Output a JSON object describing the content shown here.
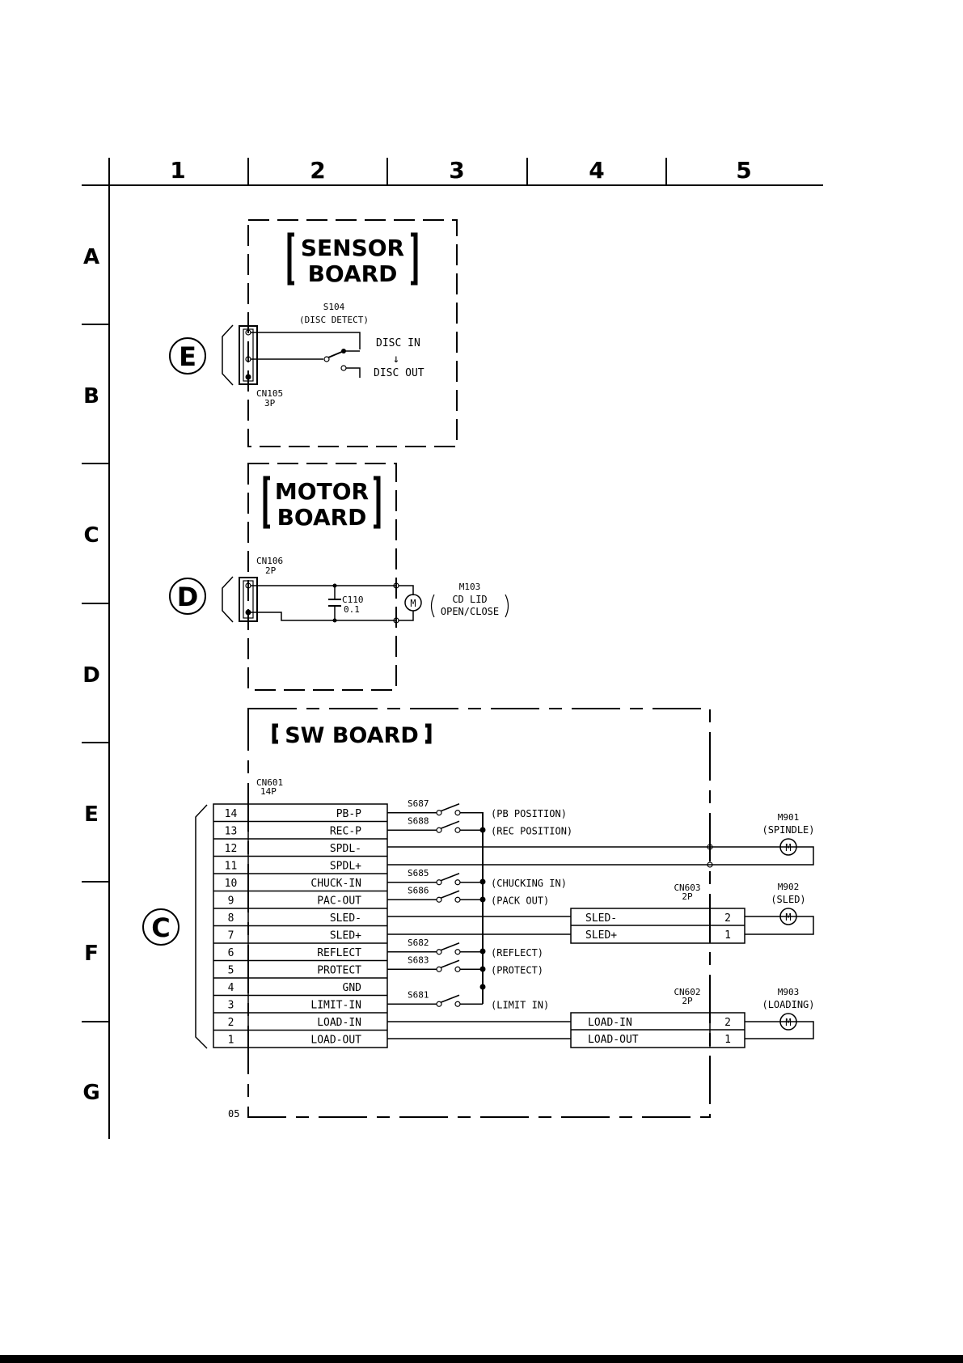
{
  "grid": {
    "columns": [
      "1",
      "2",
      "3",
      "4",
      "5"
    ],
    "rows": [
      "A",
      "B",
      "C",
      "D",
      "E",
      "F",
      "G"
    ]
  },
  "sensor_board": {
    "title_line1": "SENSOR",
    "title_line2": "BOARD",
    "switch_ref": "S104",
    "switch_name": "(DISC DETECT)",
    "disc_in": "DISC IN",
    "arrow": "↓",
    "disc_out": "DISC OUT",
    "connector_ref": "CN105",
    "connector_pins": "3P",
    "marker": "E"
  },
  "motor_board": {
    "title_line1": "MOTOR",
    "title_line2": "BOARD",
    "connector_ref": "CN106",
    "connector_pins": "2P",
    "capacitor_ref": "C110",
    "capacitor_value": "0.1",
    "motor_ref": "M103",
    "motor_name_line1": "CD LID",
    "motor_name_line2": "OPEN/CLOSE",
    "motor_symbol": "M",
    "marker": "D"
  },
  "sw_board": {
    "title": "SW BOARD",
    "connector_ref": "CN601",
    "connector_pins": "14P",
    "marker": "C",
    "page_code": "05",
    "pins": [
      {
        "num": "14",
        "name": "PB-P"
      },
      {
        "num": "13",
        "name": "REC-P"
      },
      {
        "num": "12",
        "name": "SPDL-"
      },
      {
        "num": "11",
        "name": "SPDL+"
      },
      {
        "num": "10",
        "name": "CHUCK-IN"
      },
      {
        "num": "9",
        "name": "PAC-OUT"
      },
      {
        "num": "8",
        "name": "SLED-"
      },
      {
        "num": "7",
        "name": "SLED+"
      },
      {
        "num": "6",
        "name": "REFLECT"
      },
      {
        "num": "5",
        "name": "PROTECT"
      },
      {
        "num": "4",
        "name": "GND"
      },
      {
        "num": "3",
        "name": "LIMIT-IN"
      },
      {
        "num": "2",
        "name": "LOAD-IN"
      },
      {
        "num": "1",
        "name": "LOAD-OUT"
      }
    ],
    "switches": [
      {
        "ref": "S687",
        "label": "(PB POSITION)"
      },
      {
        "ref": "S688",
        "label": "(REC POSITION)"
      },
      {
        "ref": "S685",
        "label": "(CHUCKING IN)"
      },
      {
        "ref": "S686",
        "label": "(PACK OUT)"
      },
      {
        "ref": "S682",
        "label": "(REFLECT)"
      },
      {
        "ref": "S683",
        "label": "(PROTECT)"
      },
      {
        "ref": "S681",
        "label": "(LIMIT IN)"
      }
    ],
    "cn603": {
      "ref": "CN603",
      "pins": "2P",
      "rows": [
        {
          "name": "SLED-",
          "num": "2"
        },
        {
          "name": "SLED+",
          "num": "1"
        }
      ]
    },
    "cn602": {
      "ref": "CN602",
      "pins": "2P",
      "rows": [
        {
          "name": "LOAD-IN",
          "num": "2"
        },
        {
          "name": "LOAD-OUT",
          "num": "1"
        }
      ]
    },
    "motors": [
      {
        "ref": "M901",
        "name": "(SPINDLE)",
        "symbol": "M"
      },
      {
        "ref": "M902",
        "name": "(SLED)",
        "symbol": "M"
      },
      {
        "ref": "M903",
        "name": "(LOADING)",
        "symbol": "M"
      }
    ]
  }
}
